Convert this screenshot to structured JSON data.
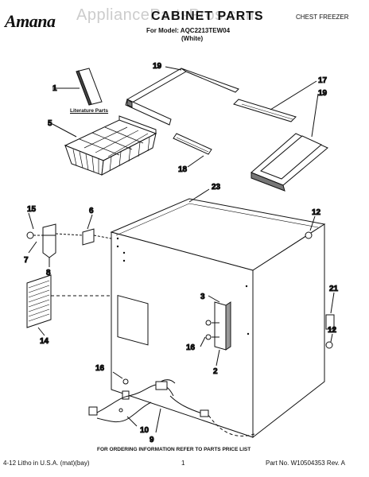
{
  "header": {
    "brand": "Amana",
    "watermark": "AppliancePartsPros.com",
    "title": "CABINET PARTS",
    "model_line": "For Model: AQC2213TEW04",
    "color_line": "(White)",
    "category": "CHEST FREEZER"
  },
  "callouts": {
    "c1": "1",
    "c5": "5",
    "c19a": "19",
    "c17": "17",
    "c19b": "19",
    "c18": "18",
    "c23": "23",
    "c15": "15",
    "c6": "6",
    "c7": "7",
    "c8": "8",
    "c14": "14",
    "c12a": "12",
    "c3": "3",
    "c16a": "16",
    "c2": "2",
    "c21": "21",
    "c12b": "12",
    "c16b": "16",
    "c10": "10",
    "c9": "9"
  },
  "labels": {
    "literature": "Literature Parts"
  },
  "footer": {
    "note": "FOR ORDERING INFORMATION REFER TO PARTS PRICE LIST",
    "left": "4-12 Litho in U.S.A. (mat)(bay)",
    "page": "1",
    "part_no": "Part No. W10504353 Rev. A"
  }
}
